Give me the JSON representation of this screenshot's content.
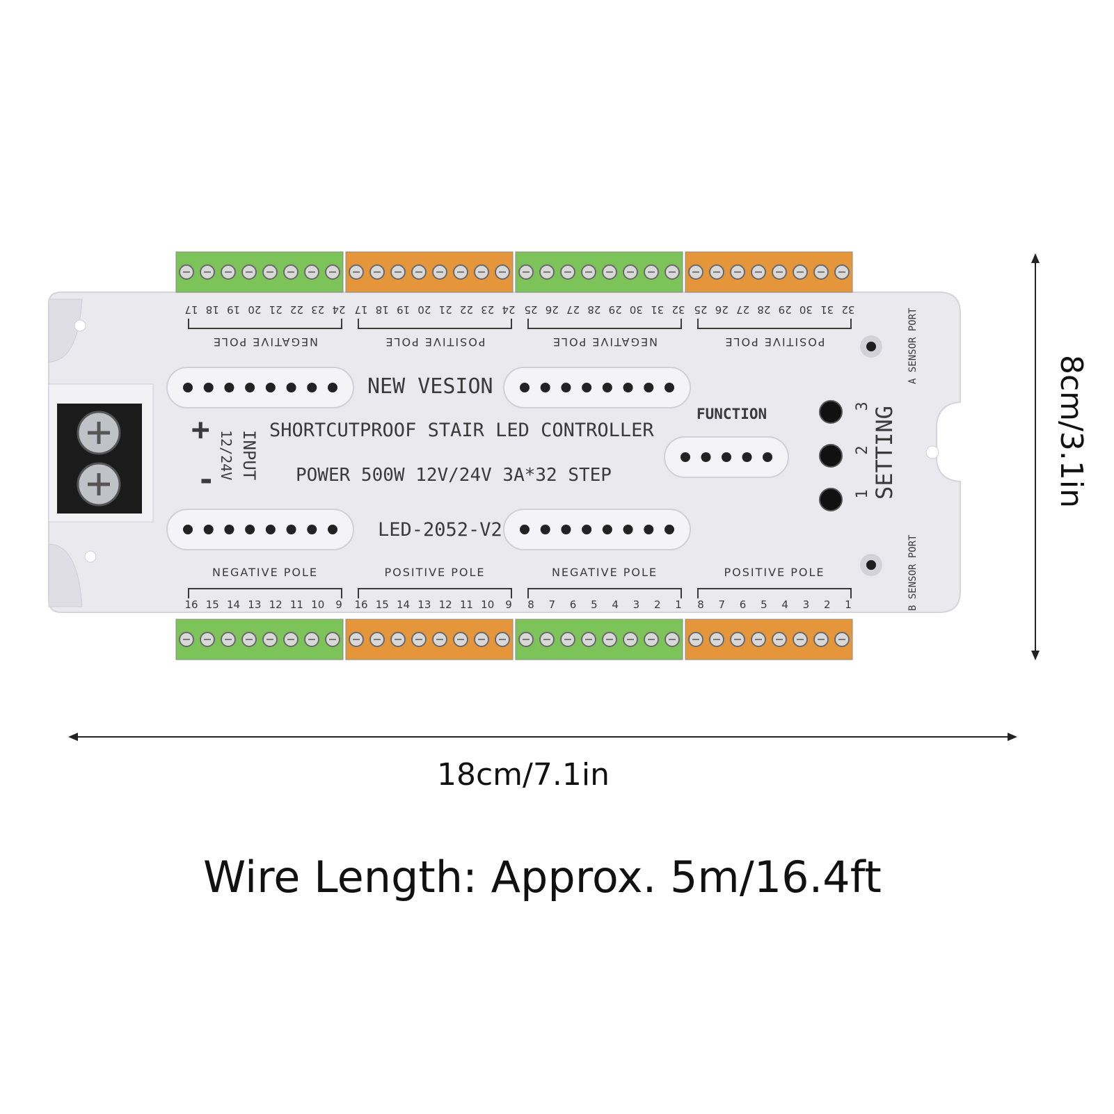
{
  "board": {
    "title_new": "NEW VESION",
    "title_main": "SHORTCUTPROOF STAIR LED CONTROLLER",
    "title_power": "POWER 500W 12V/24V 3A*32 STEP",
    "model": "LED-2052-V2",
    "function_label": "FUNCTION",
    "setting_label": "SETTING",
    "input_label": "INPUT",
    "input_voltage": "12/24V",
    "plus": "+",
    "minus": "-",
    "sensor_a": "A SENSOR PORT",
    "sensor_b": "B SENSOR PORT",
    "setting_buttons": [
      "3",
      "2",
      "1"
    ]
  },
  "top_groups": [
    {
      "label": "NEGATIVE POLE",
      "color": "#7cc35a",
      "numbers": [
        "17",
        "18",
        "19",
        "20",
        "21",
        "22",
        "23",
        "24"
      ]
    },
    {
      "label": "POSITIVE POLE",
      "color": "#e5953a",
      "numbers": [
        "17",
        "18",
        "19",
        "20",
        "21",
        "22",
        "23",
        "24"
      ]
    },
    {
      "label": "NEGATIVE POLE",
      "color": "#7cc35a",
      "numbers": [
        "25",
        "26",
        "27",
        "28",
        "29",
        "30",
        "31",
        "32"
      ]
    },
    {
      "label": "POSITIVE POLE",
      "color": "#e5953a",
      "numbers": [
        "25",
        "26",
        "27",
        "28",
        "29",
        "30",
        "31",
        "32"
      ]
    }
  ],
  "bottom_groups": [
    {
      "label": "NEGATIVE POLE",
      "color": "#7cc35a",
      "numbers": [
        "16",
        "15",
        "14",
        "13",
        "12",
        "11",
        "10",
        "9"
      ]
    },
    {
      "label": "POSITIVE POLE",
      "color": "#e5953a",
      "numbers": [
        "16",
        "15",
        "14",
        "13",
        "12",
        "11",
        "10",
        "9"
      ]
    },
    {
      "label": "NEGATIVE POLE",
      "color": "#7cc35a",
      "numbers": [
        "8",
        "7",
        "6",
        "5",
        "4",
        "3",
        "2",
        "1"
      ]
    },
    {
      "label": "POSITIVE POLE",
      "color": "#e5953a",
      "numbers": [
        "8",
        "7",
        "6",
        "5",
        "4",
        "3",
        "2",
        "1"
      ]
    }
  ],
  "dimensions": {
    "width": "18cm/7.1in",
    "height": "8cm/3.1in"
  },
  "wire_length": "Wire Length: Approx. 5m/16.4ft"
}
